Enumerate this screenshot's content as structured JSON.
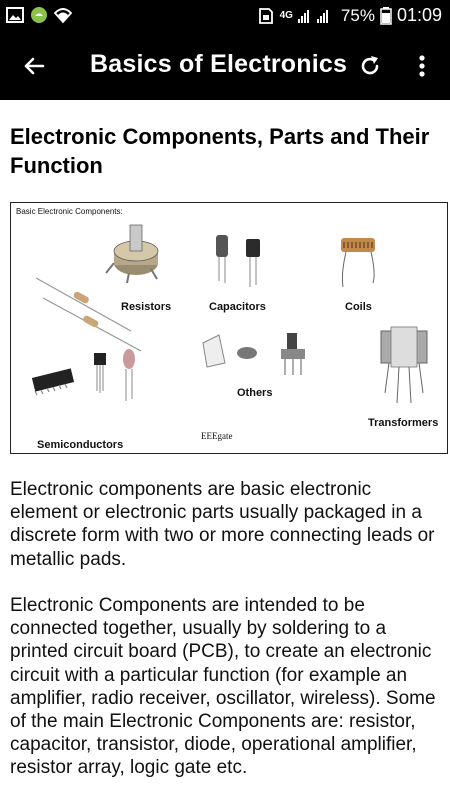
{
  "status_bar": {
    "battery_percent": "75%",
    "time": "01:09",
    "network": "4G",
    "icons": [
      "image-icon",
      "android-icon",
      "wifi-icon",
      "sim-icon",
      "signal-icon",
      "battery-icon"
    ]
  },
  "app_bar": {
    "title": "Basics of Electronics",
    "icons": [
      "back-arrow-icon",
      "refresh-icon",
      "more-vert-icon"
    ]
  },
  "article": {
    "heading": "Electronic Components, Parts and Their Function",
    "figure": {
      "caption": "Basic Electronic Components:",
      "labels": {
        "resistors": "Resistors",
        "capacitors": "Capacitors",
        "coils": "Coils",
        "others": "Others",
        "transformers": "Transformers",
        "semiconductors": "Semiconductors",
        "watermark": "EEEgate"
      }
    },
    "paragraphs": [
      "Electronic components are basic electronic element or electronic parts usually packaged in a discrete form with two or more connecting leads or metallic pads.",
      "Electronic Components are intended to be connected together, usually by soldering to a printed circuit board (PCB), to create an electronic circuit with a particular function (for example an amplifier, radio receiver, oscillator, wireless). Some of the main Electronic Components are: resistor, capacitor, transistor, diode, operational amplifier, resistor array, logic gate etc."
    ]
  },
  "colors": {
    "app_bar": "#000000",
    "background": "#ffffff",
    "text": "#111111"
  }
}
